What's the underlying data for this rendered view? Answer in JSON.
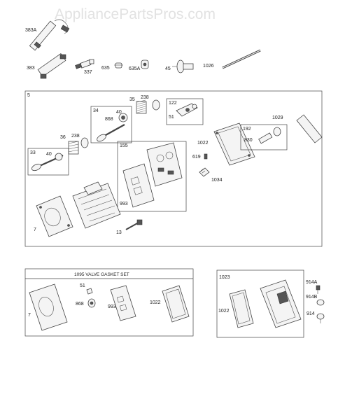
{
  "watermark": "AppliancePartsPros.com",
  "colors": {
    "line": "#444444",
    "background": "#ffffff",
    "watermark": "#e2e2e2"
  },
  "labels": {
    "p383A": "383A",
    "p383": "383",
    "p337": "337",
    "p635": "635",
    "p635A": "635A",
    "p45": "45",
    "p1026": "1026",
    "p5": "5",
    "p35": "35",
    "p238a": "238",
    "p122": "122",
    "p51a": "51",
    "p1029": "1029",
    "p34": "34",
    "p40a": "40",
    "p868a": "868",
    "p1022a": "1022",
    "p192": "192",
    "p830": "830",
    "p36": "36",
    "p238b": "238",
    "p33": "33",
    "p40b": "40",
    "p155": "155",
    "p619": "619",
    "p1034": "1034",
    "p993a": "993",
    "p7a": "7",
    "p13": "13",
    "p1095": "1095 VALVE GASKET SET",
    "p51b": "51",
    "p868b": "868",
    "p993b": "993",
    "p1022b": "1022",
    "p7b": "7",
    "p1023": "1023",
    "p1022c": "1022",
    "p914A": "914A",
    "p914B": "914B",
    "p914": "914"
  }
}
